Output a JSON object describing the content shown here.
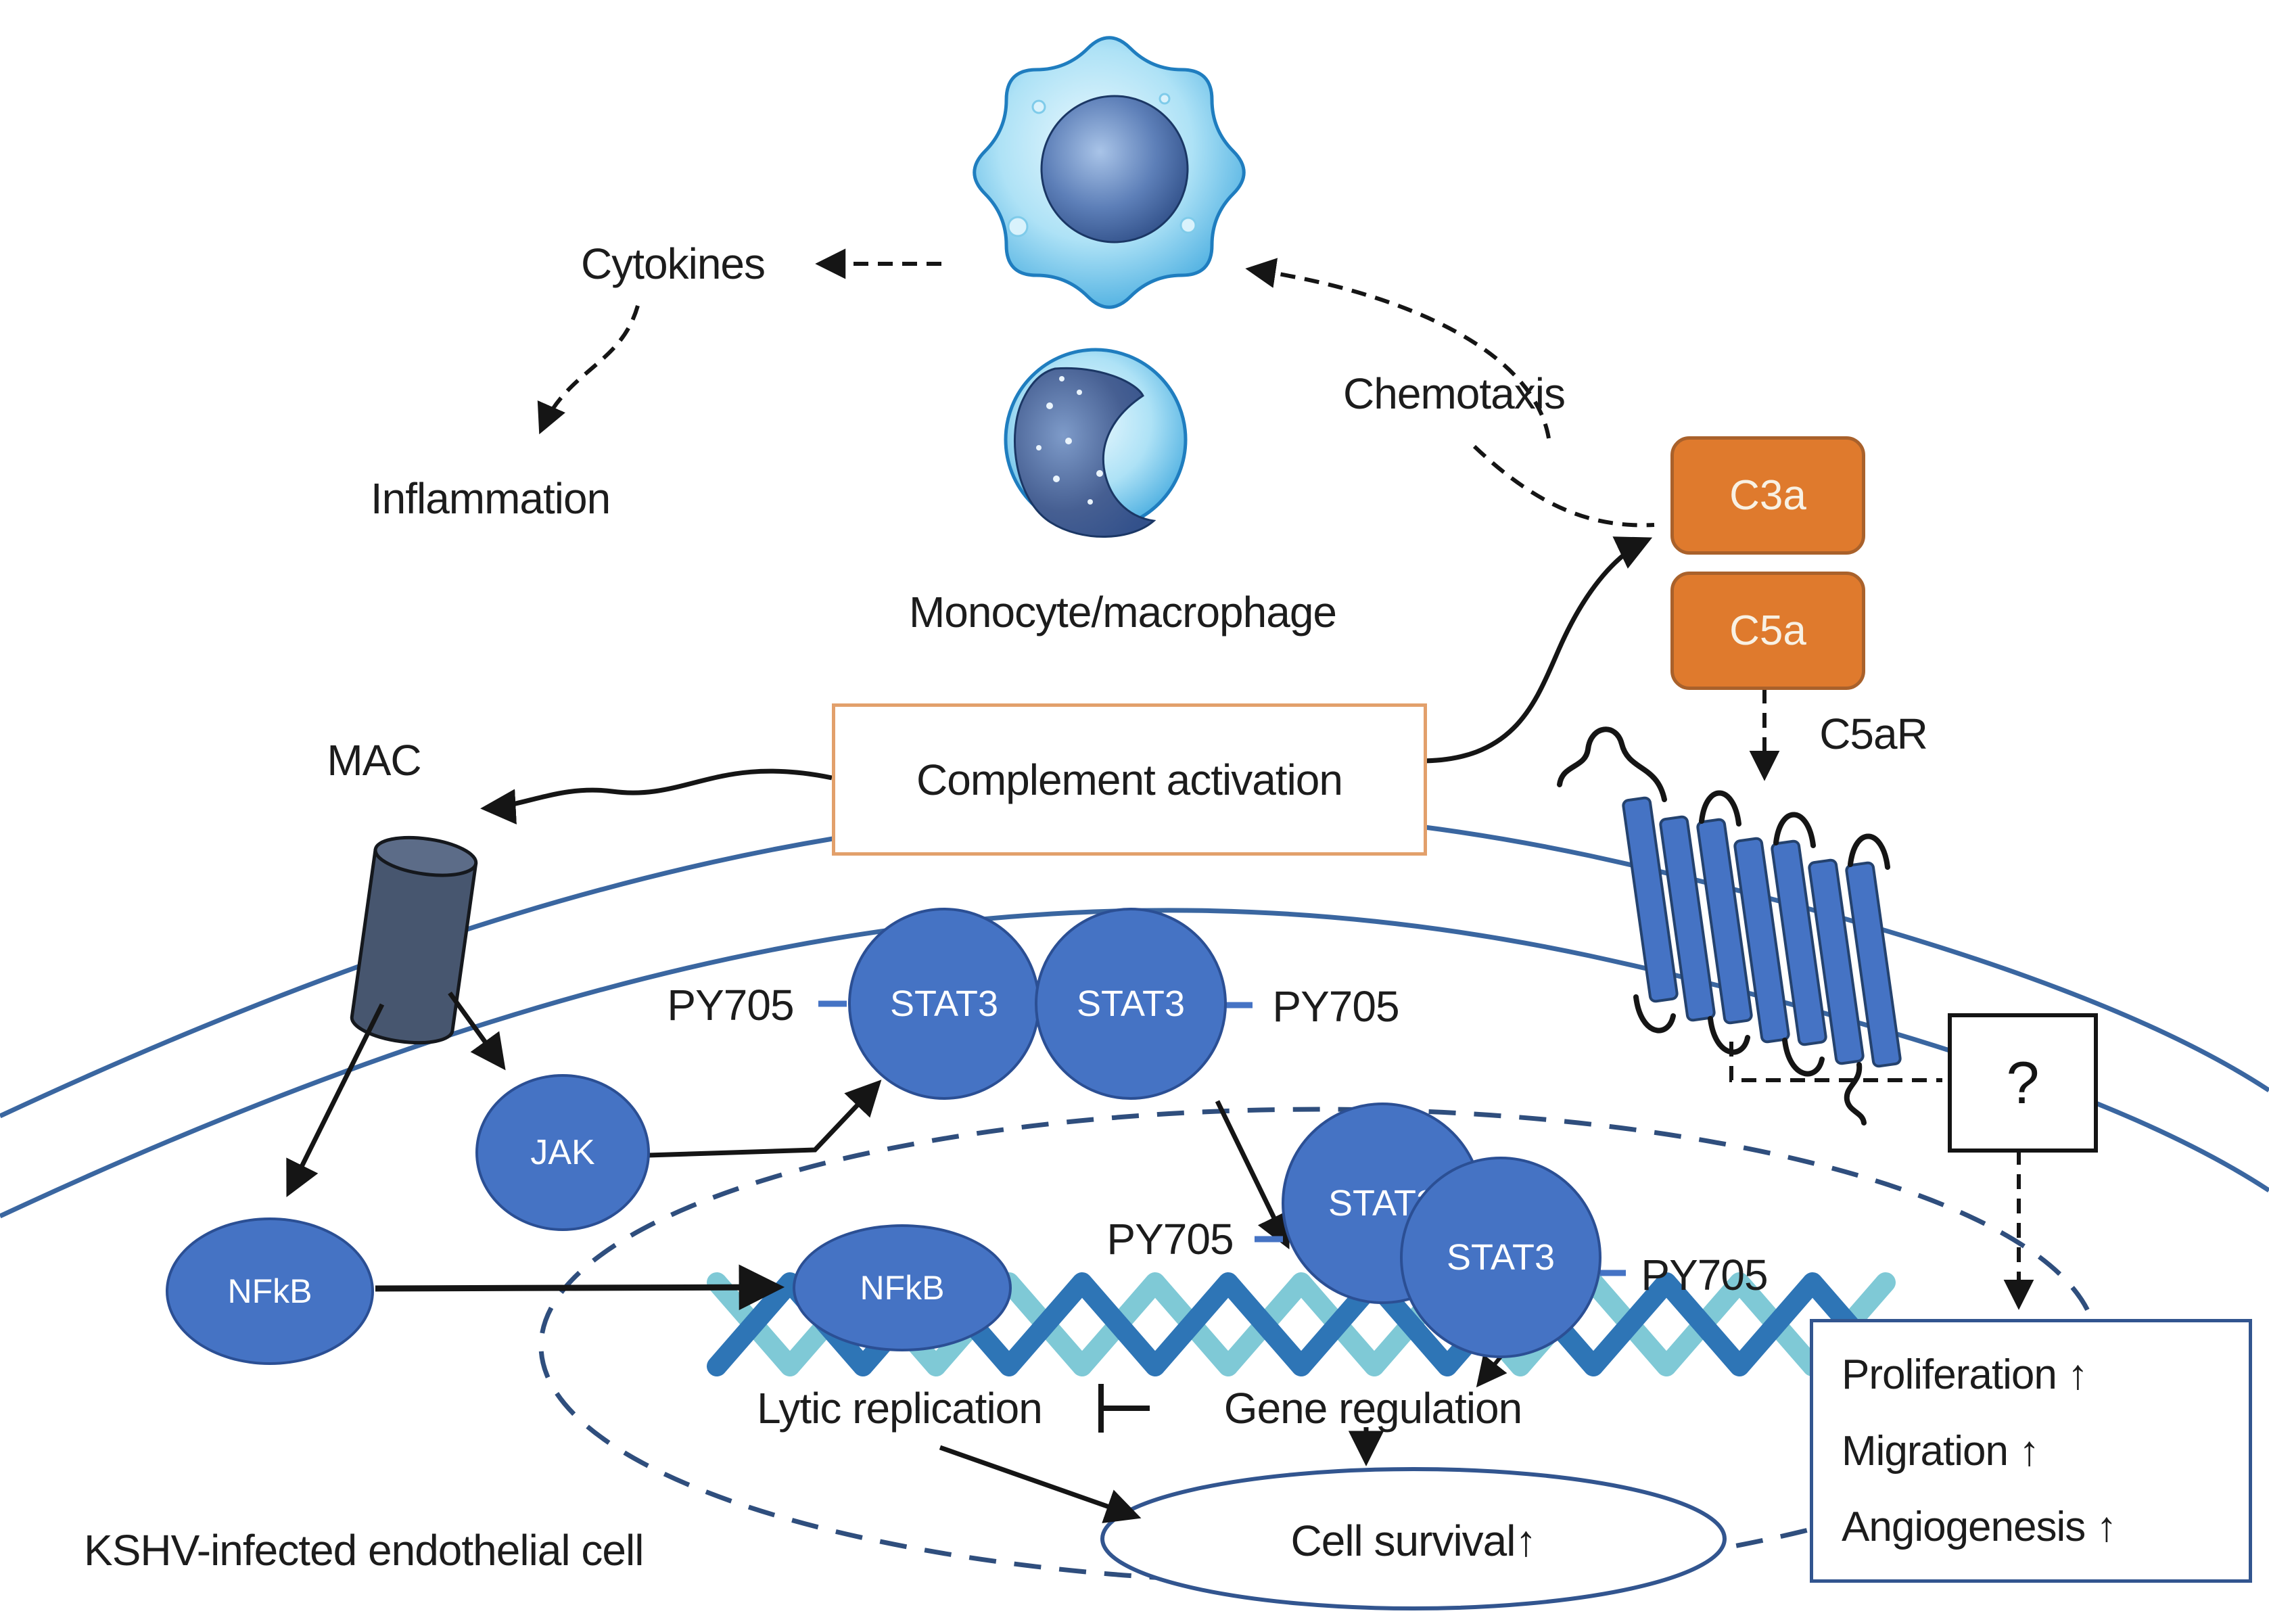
{
  "figure": {
    "type": "signaling-pathway-diagram",
    "labels": {
      "cytokines": "Cytokines",
      "inflammation": "Inflammation",
      "chemotaxis": "Chemotaxis",
      "monocyte_macrophage": "Monocyte/macrophage",
      "complement_activation": "Complement activation",
      "c3a": "C3a",
      "c5a": "C5a",
      "c5ar": "C5aR",
      "mac": "MAC",
      "jak": "JAK",
      "nfkb": "NFkB",
      "stat3": "STAT3",
      "py705": "PY705",
      "question_mark": "?",
      "lytic_replication": "Lytic replication",
      "gene_regulation": "Gene regulation",
      "cell_survival": "Cell survival↑",
      "proliferation": "Proliferation ↑",
      "migration": "Migration ↑",
      "angiogenesis": "Angiogenesis ↑",
      "kshv_cell": "KSHV-infected endothelial cell"
    },
    "colors": {
      "complement_box_fill": "#DF7A2D",
      "complement_box_border": "#A9612B",
      "activation_box_border": "#E2A06B",
      "node_blue_fill": "#4573C4",
      "node_blue_border": "#2B4F94",
      "membrane_blue": "#3A66A0",
      "nuclear_envelope_blue": "#2F4E7D",
      "dna_dark_blue": "#2E75B6",
      "dna_light_cyan": "#7FC9D6",
      "outcome_box_border": "#32558F",
      "cell_body_blue": "#4FB2E4",
      "cell_nucleus_navy": "#2E4D86",
      "arrow_black": "#151515"
    }
  }
}
